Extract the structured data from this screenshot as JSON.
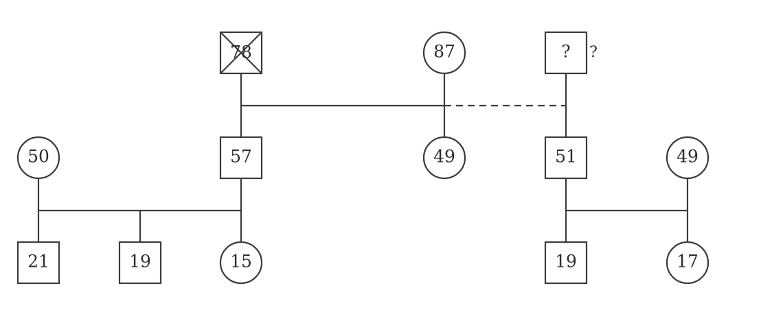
{
  "nodes": {
    "gen1_male": {
      "label": "78",
      "sex": "male",
      "deceased": true
    },
    "gen1_female": {
      "label": "87",
      "sex": "female"
    },
    "gen1_unknown_male": {
      "label": "?",
      "sex": "male",
      "side_note": "?"
    },
    "gen2_wife_left": {
      "label": "50",
      "sex": "female"
    },
    "gen2_son_left": {
      "label": "57",
      "sex": "male"
    },
    "gen2_daughter_middle": {
      "label": "49",
      "sex": "female"
    },
    "gen2_son_right": {
      "label": "51",
      "sex": "male"
    },
    "gen2_wife_right": {
      "label": "49",
      "sex": "female"
    },
    "gen3_son_1": {
      "label": "21",
      "sex": "male"
    },
    "gen3_son_2": {
      "label": "19",
      "sex": "male"
    },
    "gen3_daughter_1": {
      "label": "15",
      "sex": "female"
    },
    "gen3_son_3": {
      "label": "19",
      "sex": "male"
    },
    "gen3_daughter_2": {
      "label": "17",
      "sex": "female"
    }
  },
  "relationships": {
    "couple_gen1_left": {
      "style": "solid"
    },
    "couple_gen1_right": {
      "style": "dashed"
    }
  },
  "colors": {
    "line": "#3a3a3a",
    "text": "#2e2e2e",
    "background": "#ffffff"
  }
}
